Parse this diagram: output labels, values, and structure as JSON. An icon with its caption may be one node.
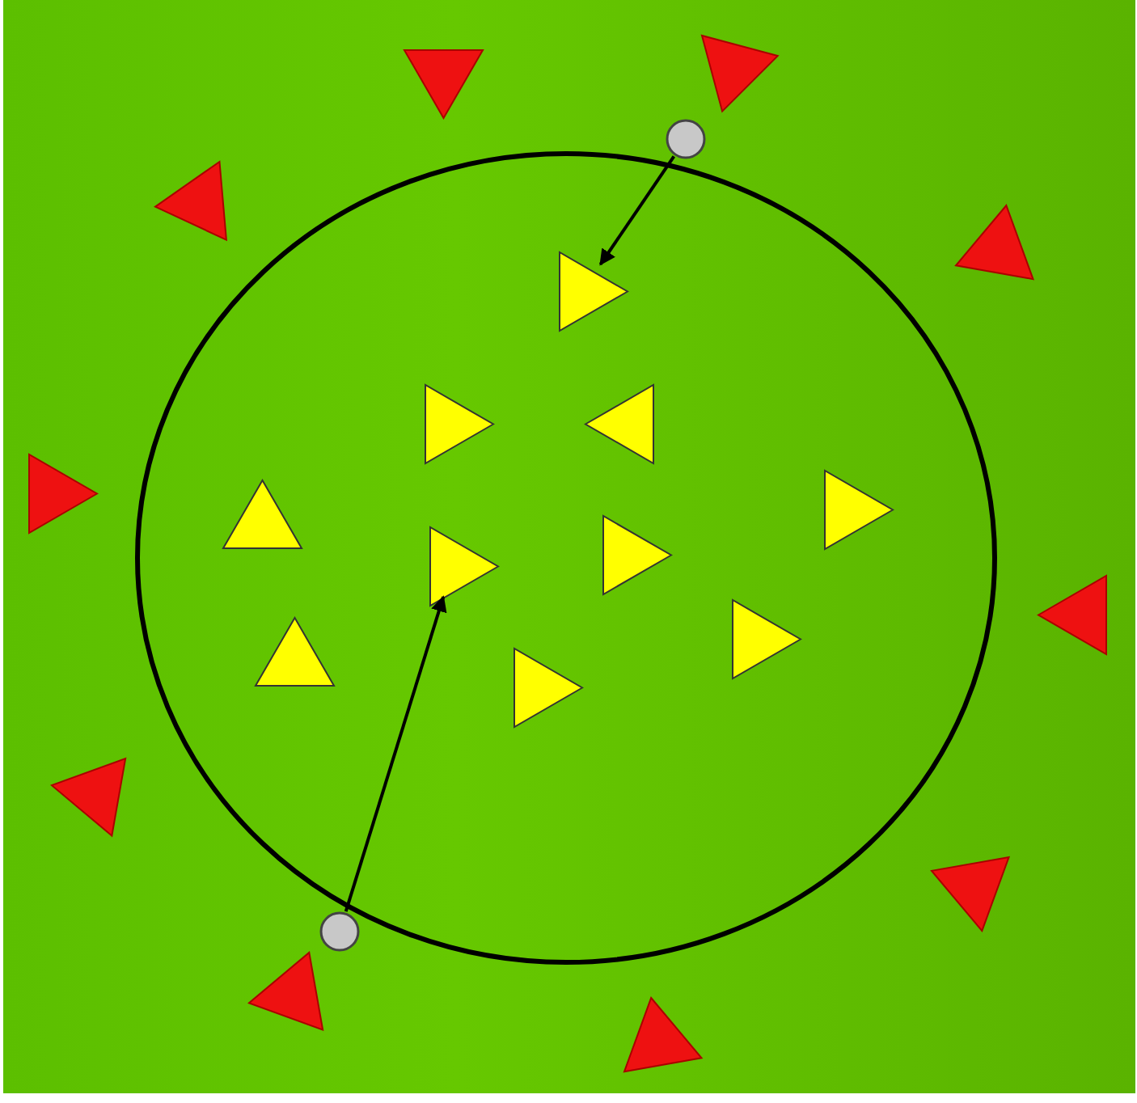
{
  "diagram": {
    "nodes": [
      {
        "text": [],
        "shape": "triangle"
      },
      {
        "text": [],
        "shape": "triangle"
      },
      {
        "text": [],
        "shape": "circle"
      },
      {
        "text": [],
        "shape": "triangle"
      },
      {
        "text": [],
        "shape": "triangle"
      },
      {
        "text": [],
        "shape": "triangle"
      },
      {
        "text": [],
        "shape": "triangle"
      },
      {
        "text": [],
        "shape": "triangle"
      },
      {
        "text": [],
        "shape": "triangle"
      },
      {
        "text": [],
        "shape": "triangle"
      },
      {
        "text": [],
        "shape": "triangle"
      },
      {
        "text": [],
        "shape": "triangle"
      },
      {
        "text": [],
        "shape": "triangle"
      },
      {
        "text": [],
        "shape": "triangle"
      },
      {
        "text": [],
        "shape": "triangle"
      },
      {
        "text": [],
        "shape": "triangle"
      },
      {
        "text": [],
        "shape": "triangle"
      },
      {
        "text": [],
        "shape": "triangle"
      },
      {
        "text": [],
        "shape": "triangle"
      },
      {
        "text": [],
        "shape": "circle"
      },
      {
        "text": [],
        "shape": "triangle"
      },
      {
        "text": [],
        "shape": "triangle"
      }
    ],
    "edges": [
      {
        "from": 2,
        "to": 5,
        "arrow": "to"
      },
      {
        "from": 19,
        "to": 12,
        "arrow": "to"
      }
    ]
  }
}
